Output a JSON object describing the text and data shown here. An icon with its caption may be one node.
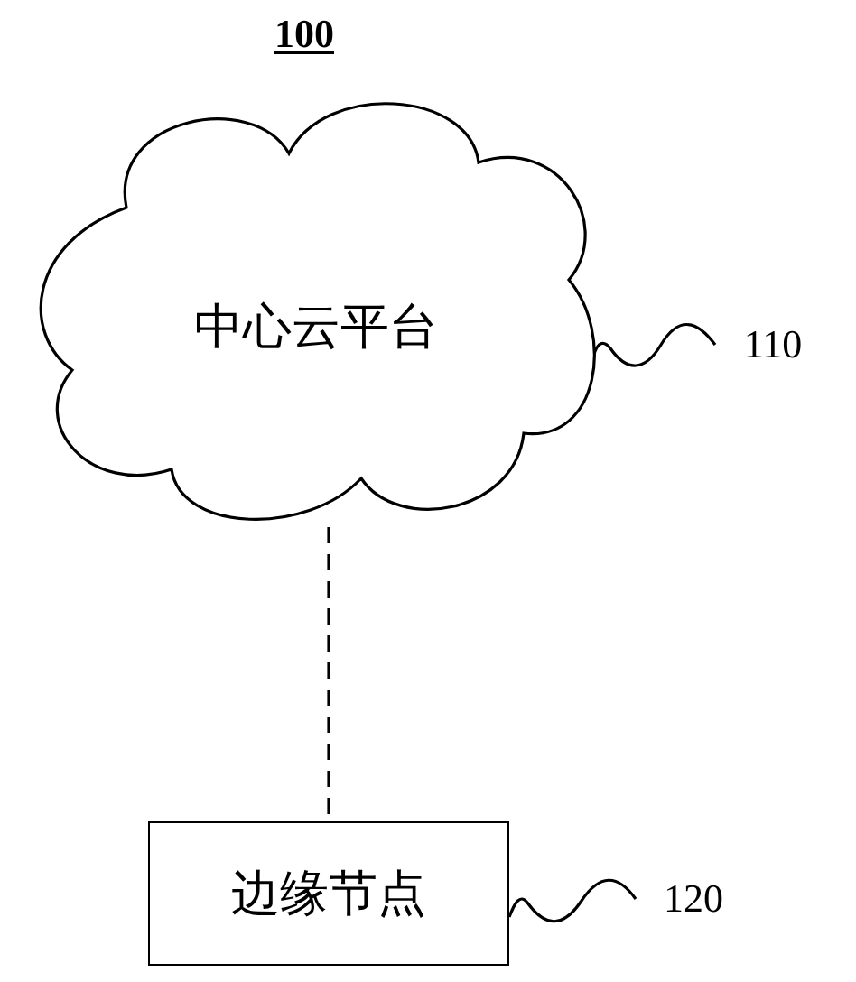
{
  "diagram": {
    "nodes": [
      {
        "text": [
          "中心云平台"
        ]
      },
      {
        "text": [
          "边缘节点"
        ]
      },
      {
        "text": [
          "110"
        ]
      },
      {
        "text": [
          "120"
        ]
      }
    ],
    "edges": [
      {
        "from": 0,
        "to": 1,
        "arrow": "none",
        "style": "dashed"
      },
      {
        "from": 2,
        "to": 0,
        "arrow": "none"
      },
      {
        "from": 3,
        "to": 1,
        "arrow": "none"
      }
    ],
    "labels": [
      "100"
    ]
  }
}
